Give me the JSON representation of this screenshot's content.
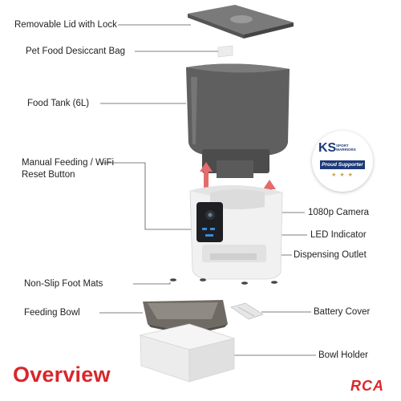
{
  "labels": {
    "lid": "Removable Lid with Lock",
    "desiccant": "Pet Food Desiccant Bag",
    "tank": "Food Tank (6L)",
    "manual_1": "Manual Feeding / WiFi",
    "manual_2": "Reset Button",
    "camera": "1080p Camera",
    "led": "LED Indicator",
    "outlet": "Dispensing Outlet",
    "mats": "Non-Slip Foot Mats",
    "bowl": "Feeding Bowl",
    "battery": "Battery Cover",
    "holder": "Bowl Holder"
  },
  "title": "Overview",
  "brand": "RCA",
  "badge": {
    "ks": "KS",
    "sub": "SPORT WARRIORS",
    "proud": "Proud Supporter",
    "stars": "★ ★ ★"
  },
  "colors": {
    "accent": "#d9262b",
    "tank": "#5f5f5f",
    "body": "#f3f3f3",
    "arrow": "#e46b6b"
  }
}
